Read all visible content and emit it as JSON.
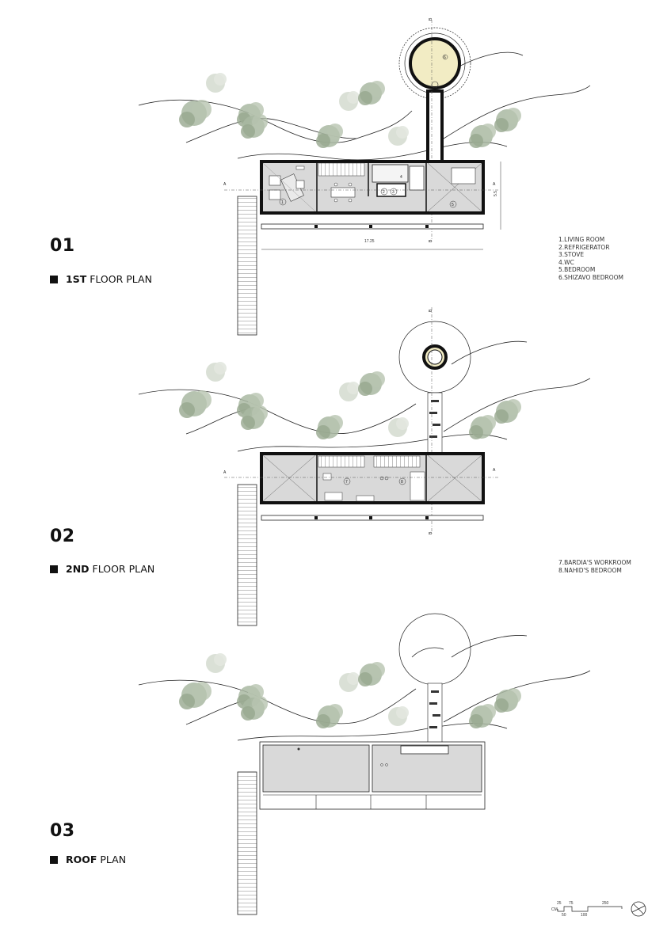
{
  "plans": [
    {
      "number": "01",
      "title_bold": "1ST",
      "title_rest": " FLOOR PLAN"
    },
    {
      "number": "02",
      "title_bold": "2ND",
      "title_rest": " FLOOR PLAN"
    },
    {
      "number": "03",
      "title_bold": "ROOF",
      "title_rest": " PLAN"
    }
  ],
  "legend_1": [
    "1.LIVING ROOM",
    "2.REFRIGERATOR",
    "3.STOVE",
    "4.WC",
    "5.BEDROOM",
    "6.SHIZAVO BEDROOM"
  ],
  "legend_2": [
    "7.BARDIA'S WORKROOM",
    "8.NAHID'S BEDROOM"
  ],
  "dimensions": {
    "length": "17.25",
    "width": "5.5"
  },
  "section_marks": {
    "a": "A",
    "b": "B"
  },
  "scale_bar": {
    "unit": "CM",
    "top_ticks": [
      "25",
      "75",
      "250"
    ],
    "bottom_ticks": [
      "50",
      "100"
    ]
  },
  "room_numbers": {
    "r1": "1",
    "r2": "2",
    "r3": "3",
    "r4": "4",
    "r5": "5",
    "r6": "6",
    "r7": "7",
    "r8": "8"
  },
  "colors": {
    "wall": "#111111",
    "floor": "#d9d9d9",
    "tree": "#a9b8a2",
    "tower": "#f2ecc4"
  }
}
